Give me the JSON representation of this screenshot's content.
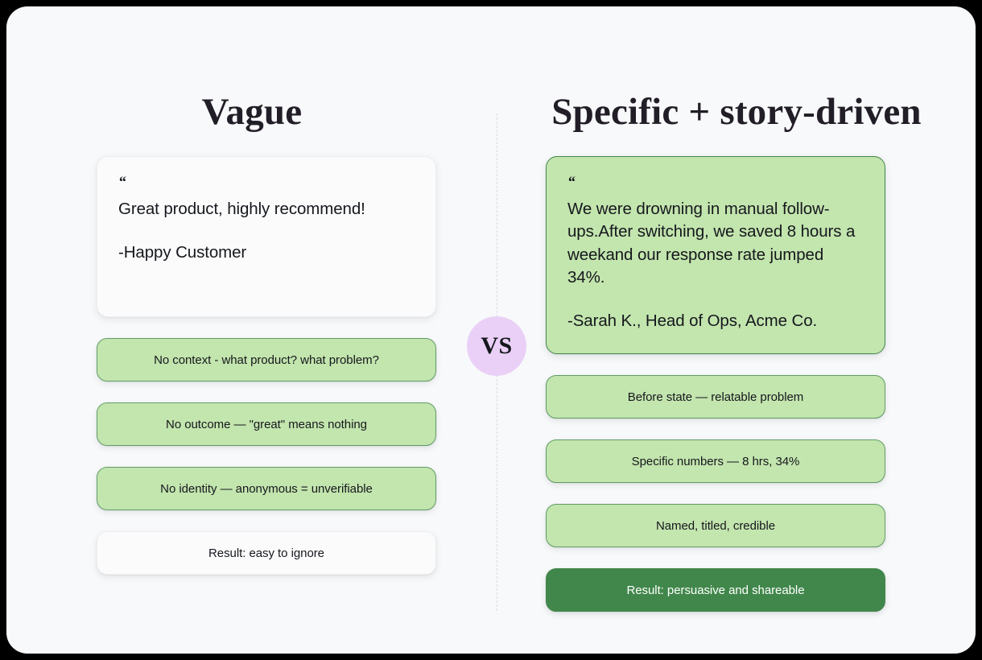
{
  "columns": {
    "left": {
      "heading": "Vague",
      "testimonial": {
        "quote_mark": "“",
        "body": "Great product, highly recommend!",
        "attribution": "-Happy Customer"
      },
      "points": [
        "No context - what product? what problem?",
        "No outcome — \"great\" means nothing",
        "No identity — anonymous = unverifiable"
      ],
      "result": "Result: easy to ignore"
    },
    "right": {
      "heading": "Specific + story-driven",
      "testimonial": {
        "quote_mark": "“",
        "body": "We were drowning in manual follow-ups.After switching, we saved 8 hours a weekand our response rate jumped 34%.",
        "attribution": "-Sarah K., Head of Ops, Acme Co."
      },
      "points": [
        "Before state — relatable problem",
        "Specific numbers — 8 hrs, 34%",
        "Named, titled, credible"
      ],
      "result": "Result: persuasive and shareable"
    }
  },
  "vs_badge": {
    "label": "VS"
  },
  "colors": {
    "page_background": "#000000",
    "canvas_background": "#f8f9fa",
    "pill_green": "#c3e5ae",
    "pill_green_border": "#5f9d66",
    "result_solid_green": "#41874b",
    "card_white": "#fbfbfc",
    "vs_badge_background": "#ead0f7",
    "text_primary": "#15181d",
    "heading_color": "#221e27",
    "divider": "#d8dade"
  }
}
